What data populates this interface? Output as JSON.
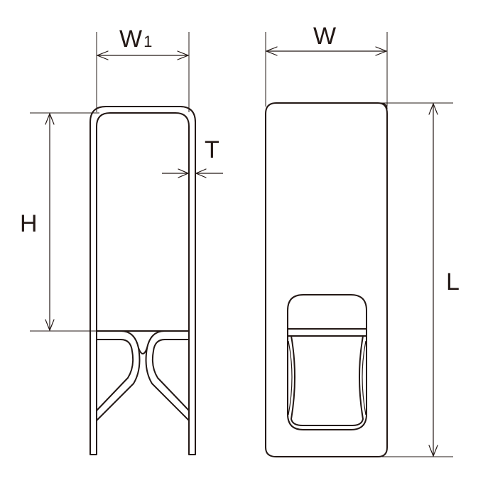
{
  "labels": {
    "w1_main": "W",
    "w1_sub": "1",
    "w": "W",
    "t": "T",
    "h": "H",
    "l": "L"
  },
  "colors": {
    "line": "#231815",
    "background": "#ffffff"
  }
}
